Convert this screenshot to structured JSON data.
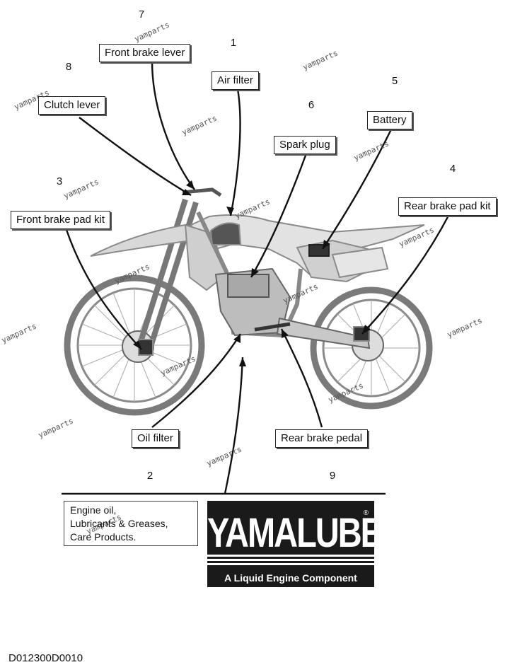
{
  "callouts": [
    {
      "num": "7",
      "label": "Front brake lever"
    },
    {
      "num": "1",
      "label": "Air filter"
    },
    {
      "num": "8",
      "label": "Clutch lever"
    },
    {
      "num": "5",
      "label": "Battery"
    },
    {
      "num": "6",
      "label": "Spark plug"
    },
    {
      "num": "4",
      "label": "Rear brake pad kit"
    },
    {
      "num": "3",
      "label": "Front brake pad kit"
    },
    {
      "num": "2",
      "label": "Oil filter"
    },
    {
      "num": "9",
      "label": "Rear brake pedal"
    }
  ],
  "watermark": "yamparts",
  "product_box": {
    "lines": [
      "Engine oil,",
      "Lubricants & Greases,",
      "Care Products."
    ]
  },
  "logo": {
    "brand": "YAMALUBE",
    "registered": "®",
    "tagline": "A Liquid Engine Component"
  },
  "figure_code": "D012300D0010",
  "colors": {
    "line": "#111111",
    "bike": "#9a9a9a",
    "logo_bg": "#1a1a1a"
  }
}
